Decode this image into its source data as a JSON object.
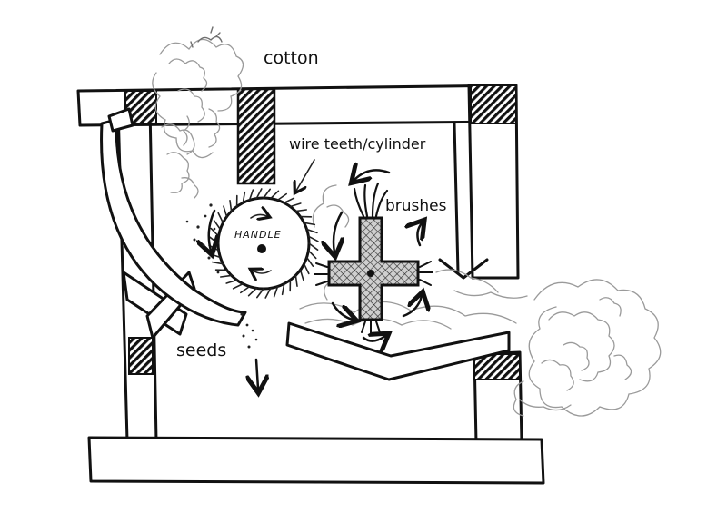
{
  "labels": {
    "cotton": "cotton",
    "wire_teeth": "wire teeth/cylinder",
    "brushes": "brushes",
    "seeds": "seeds",
    "handle": "HANDLE"
  },
  "colors": {
    "ink": "#111111",
    "hatch": "#111111",
    "cotton_fluff": "#9a9a9a",
    "background": "#ffffff"
  }
}
